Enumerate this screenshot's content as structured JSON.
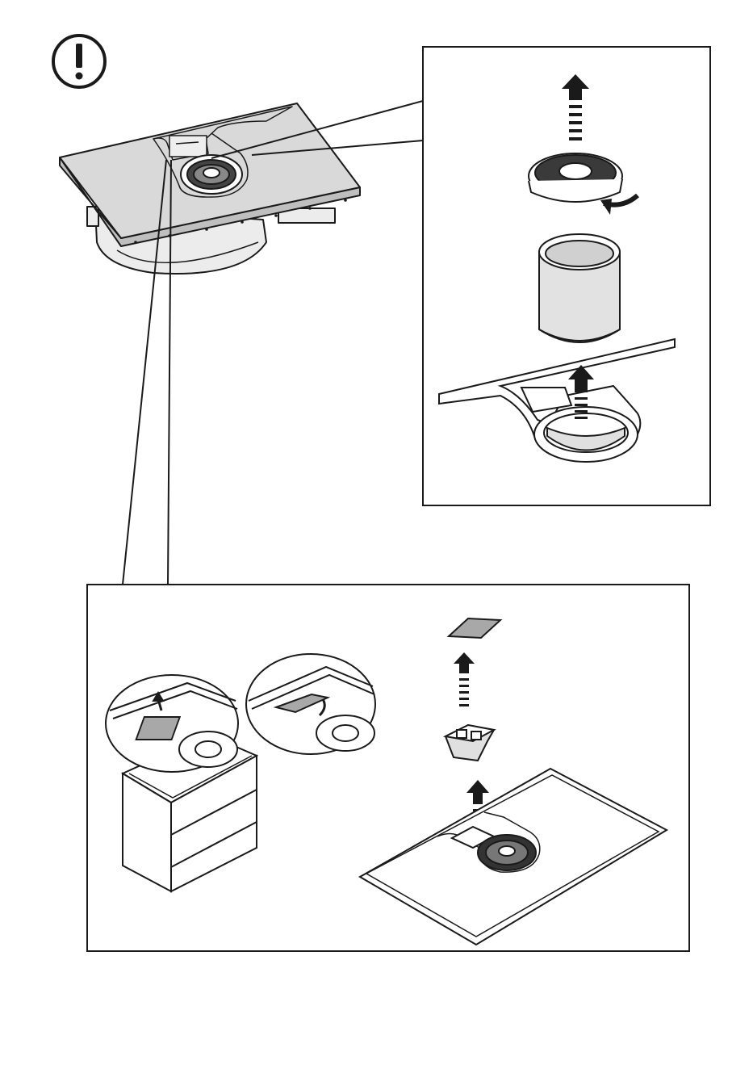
{
  "document": {
    "type": "assembly-instruction-page",
    "text_labels": []
  },
  "warning": {
    "icon": "exclamation-circle-icon"
  },
  "detail_top_right": {
    "steps": [
      "lift-off-grille",
      "remove-grease-filter",
      "filter-housing-opening"
    ]
  },
  "detail_bottom": {
    "steps": [
      "lift-flap-cover",
      "remove-small-filter",
      "reinsert-cover"
    ]
  },
  "colors": {
    "stroke": "#1a1a1a",
    "surface_gray": "#d9d9d9",
    "flap_gray": "#a8a8a8",
    "background": "#ffffff"
  }
}
